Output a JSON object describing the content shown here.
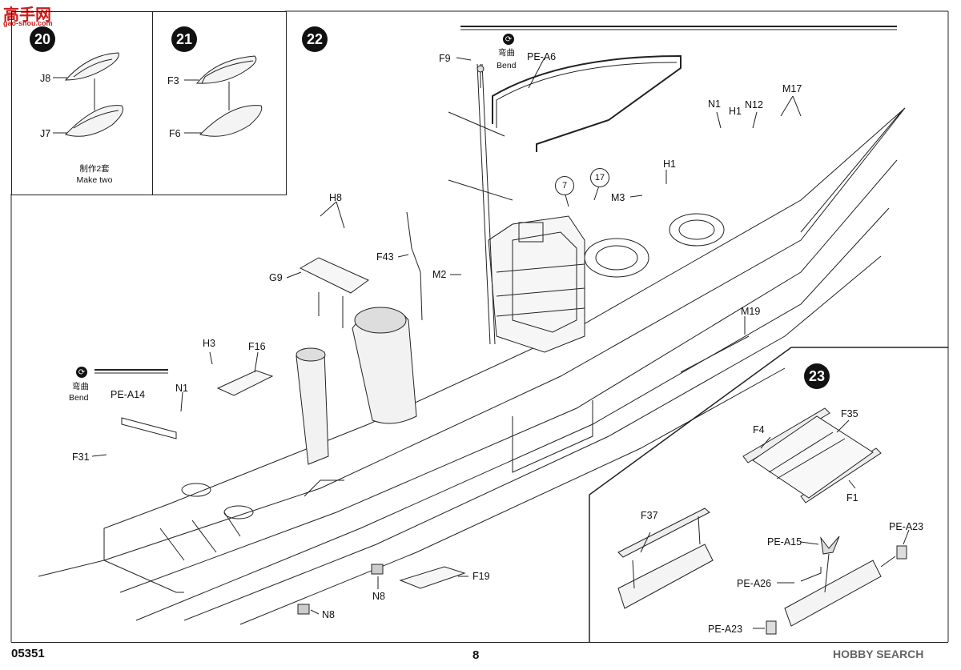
{
  "watermark_top": {
    "main": "高手网",
    "sub": "gao-shou.com"
  },
  "watermark_bottom": "HOBBY SEARCH",
  "page": {
    "catalog": "05351",
    "number": "8"
  },
  "steps": {
    "s20": {
      "number": "20",
      "labels": {
        "J8": "J8",
        "J7": "J7"
      },
      "note_cn": "制作2套",
      "note_en": "Make two"
    },
    "s21": {
      "number": "21",
      "labels": {
        "F3": "F3",
        "F6": "F6"
      }
    },
    "s22": {
      "number": "22",
      "labels": {
        "F9": "F9",
        "PEA6": "PE-A6",
        "N1a": "N1",
        "H1a": "H1",
        "N12": "N12",
        "M17": "M17",
        "H1b": "H1",
        "M3": "M3",
        "c7": "7",
        "c17": "17",
        "H8": "H8",
        "G9": "G9",
        "F43": "F43",
        "M2": "M2",
        "M19": "M19",
        "H3": "H3",
        "F16": "F16",
        "N1b": "N1",
        "PEA14": "PE-A14",
        "F31": "F31",
        "F19": "F19",
        "N8a": "N8",
        "N8b": "N8"
      },
      "bend1": {
        "cn": "弯曲",
        "en": "Bend"
      },
      "bend2": {
        "cn": "弯曲",
        "en": "Bend"
      }
    },
    "s23": {
      "number": "23",
      "labels": {
        "F4": "F4",
        "F35": "F35",
        "F1": "F1",
        "F37": "F37",
        "PEA15": "PE-A15",
        "PEA23a": "PE-A23",
        "PEA26": "PE-A26",
        "PEA23b": "PE-A23"
      }
    }
  },
  "icons": [
    "bend-icon",
    "boat-part",
    "ship-hull",
    "funnel",
    "mast",
    "catapult"
  ]
}
